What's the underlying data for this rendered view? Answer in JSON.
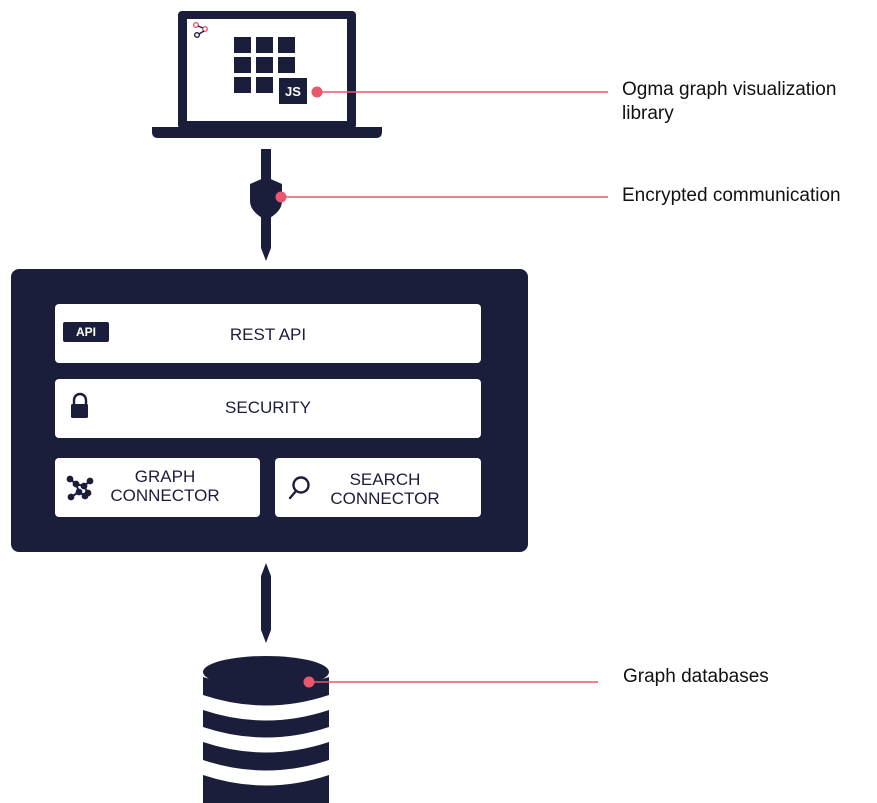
{
  "colors": {
    "navy": "#1b1e3b",
    "accent": "#e8576b",
    "panel": "#ffffff"
  },
  "laptop": {
    "icons": [
      "graph-logo-icon",
      "app-grid-icon"
    ],
    "badge": "JS"
  },
  "server": {
    "rest_api": {
      "badge": "API",
      "label": "REST API"
    },
    "security": {
      "label": "SECURITY",
      "icon": "lock-icon"
    },
    "graph_connector": {
      "label": "GRAPH\nCONNECTOR",
      "icon": "graph-network-icon"
    },
    "search_connector": {
      "label": "SEARCH\nCONNECTOR",
      "icon": "search-icon"
    }
  },
  "callouts": {
    "library": "Ogma graph visualization\nlibrary",
    "encryption": "Encrypted communication",
    "databases": "Graph databases"
  }
}
